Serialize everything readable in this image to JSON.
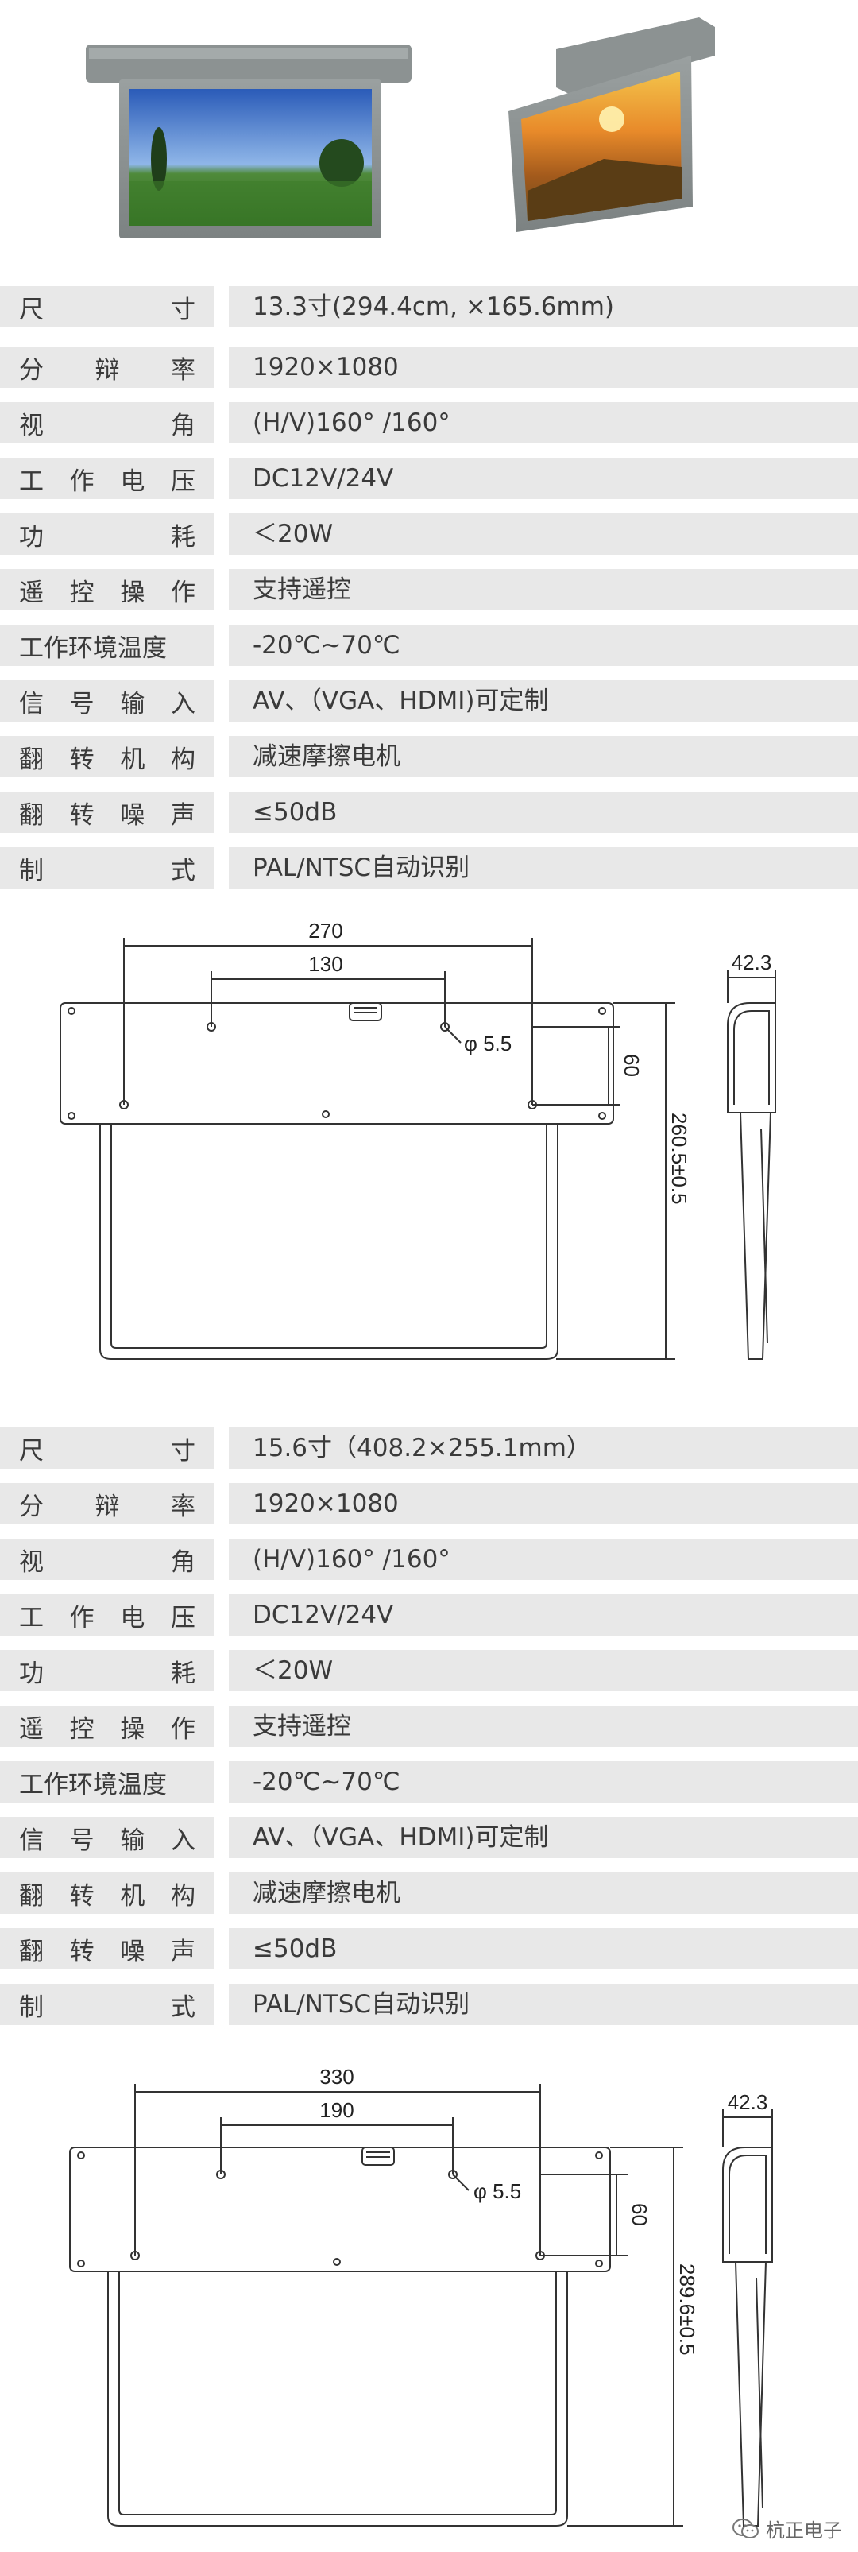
{
  "spec_tables": [
    {
      "rows": [
        {
          "label_chars": [
            "尺",
            "寸"
          ],
          "value": "13.3寸(294.4cm, ×165.6mm)"
        },
        {
          "label_chars": [
            "分",
            "辩",
            "率"
          ],
          "value": "1920×1080"
        },
        {
          "label_chars": [
            "视",
            "角"
          ],
          "value": "(H/V)160° /160°"
        },
        {
          "label_chars": [
            "工",
            "作",
            "电",
            "压"
          ],
          "value": "DC12V/24V"
        },
        {
          "label_chars": [
            "功",
            "耗"
          ],
          "value": "＜20W"
        },
        {
          "label_chars": [
            "遥",
            "控",
            "操",
            "作"
          ],
          "value": "支持遥控"
        },
        {
          "label_chars": [
            "工作环境温度"
          ],
          "value": "-20℃~70℃"
        },
        {
          "label_chars": [
            "信",
            "号",
            "输",
            "入"
          ],
          "value": "AV、（VGA、HDMI)可定制"
        },
        {
          "label_chars": [
            "翻",
            "转",
            "机",
            "构"
          ],
          "value": "减速摩擦电机"
        },
        {
          "label_chars": [
            "翻",
            "转",
            "噪",
            "声"
          ],
          "value": "≤50dB"
        },
        {
          "label_chars": [
            "制",
            "式"
          ],
          "value": "PAL/NTSC自动识别"
        }
      ]
    },
    {
      "rows": [
        {
          "label_chars": [
            "尺",
            "寸"
          ],
          "value": "15.6寸（408.2×255.1mm）"
        },
        {
          "label_chars": [
            "分",
            "辩",
            "率"
          ],
          "value": "1920×1080"
        },
        {
          "label_chars": [
            "视",
            "角"
          ],
          "value": "(H/V)160° /160°"
        },
        {
          "label_chars": [
            "工",
            "作",
            "电",
            "压"
          ],
          "value": "DC12V/24V"
        },
        {
          "label_chars": [
            "功",
            "耗"
          ],
          "value": "＜20W"
        },
        {
          "label_chars": [
            "遥",
            "控",
            "操",
            "作"
          ],
          "value": "支持遥控"
        },
        {
          "label_chars": [
            "工作环境温度"
          ],
          "value": "-20℃~70℃"
        },
        {
          "label_chars": [
            "信",
            "号",
            "输",
            "入"
          ],
          "value": "AV、（VGA、HDMI)可定制"
        },
        {
          "label_chars": [
            "翻",
            "转",
            "机",
            "构"
          ],
          "value": "减速摩擦电机"
        },
        {
          "label_chars": [
            "翻",
            "转",
            "噪",
            "声"
          ],
          "value": "≤50dB"
        },
        {
          "label_chars": [
            "制",
            "式"
          ],
          "value": "PAL/NTSC自动识别"
        }
      ]
    }
  ],
  "drawings": [
    {
      "outer_width": "270",
      "inner_width": "130",
      "hole": "φ 5.5",
      "mount_height": "60",
      "total_height": "260.5±0.5",
      "depth": "42.3"
    },
    {
      "outer_width": "330",
      "inner_width": "190",
      "hole": "φ 5.5",
      "mount_height": "60",
      "total_height": "289.6±0.5",
      "depth": "42.3"
    }
  ],
  "watermark": {
    "text": "杭正电子",
    "icon": "wechat-icon"
  },
  "colors": {
    "row_gray": "#e8e8e8",
    "housing": "#8a9090",
    "line": "#333333"
  }
}
